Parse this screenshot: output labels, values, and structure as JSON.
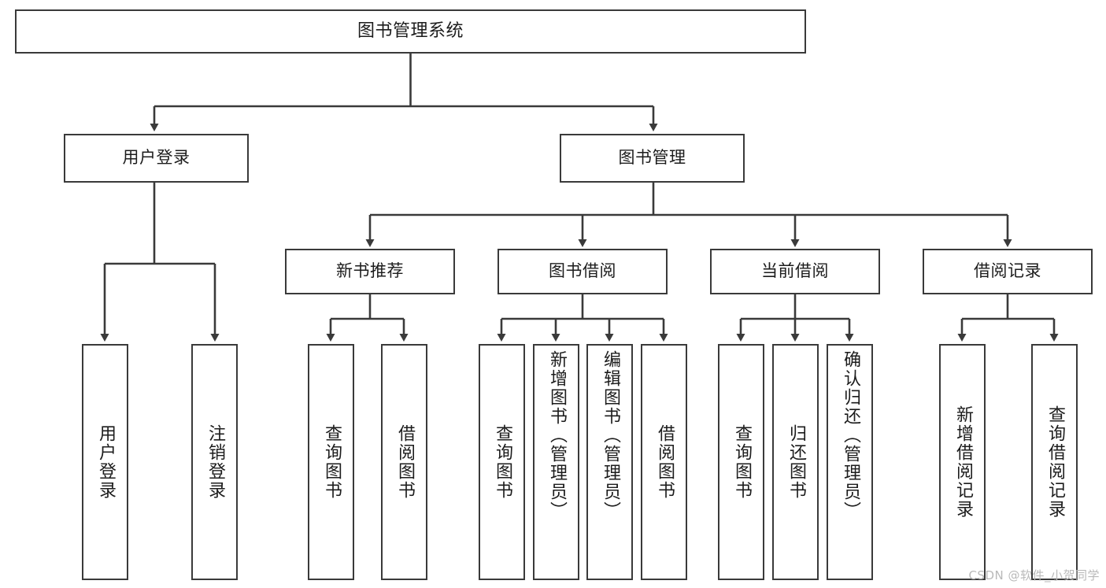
{
  "diagram": {
    "title": "图书管理系统",
    "type": "tree-hierarchy",
    "line_color": "#3a3a3a",
    "box_fill": "#ffffff",
    "text_color": "#1c1c1c"
  },
  "nodes": {
    "root": {
      "label": "图书管理系统"
    },
    "level2": [
      {
        "label": "用户登录"
      },
      {
        "label": "图书管理"
      }
    ],
    "level3": [
      {
        "label": "新书推荐"
      },
      {
        "label": "图书借阅"
      },
      {
        "label": "当前借阅"
      },
      {
        "label": "借阅记录"
      }
    ],
    "leaves_user_login": [
      {
        "label": "用户登录"
      },
      {
        "label": "注销登录"
      }
    ],
    "leaves_new_book": [
      {
        "label": "查询图书"
      },
      {
        "label": "借阅图书"
      }
    ],
    "leaves_borrow": [
      {
        "label": "查询图书"
      },
      {
        "label": "新增图书（管理员）"
      },
      {
        "label": "编辑图书（管理员）"
      },
      {
        "label": "借阅图书"
      }
    ],
    "leaves_current": [
      {
        "label": "查询图书"
      },
      {
        "label": "归还图书"
      },
      {
        "label": "确认归还（管理员）"
      }
    ],
    "leaves_records": [
      {
        "label": "新增借阅记录"
      },
      {
        "label": "查询借阅记录"
      }
    ]
  },
  "watermark": {
    "text": "CSDN @软件_小贺同学"
  }
}
